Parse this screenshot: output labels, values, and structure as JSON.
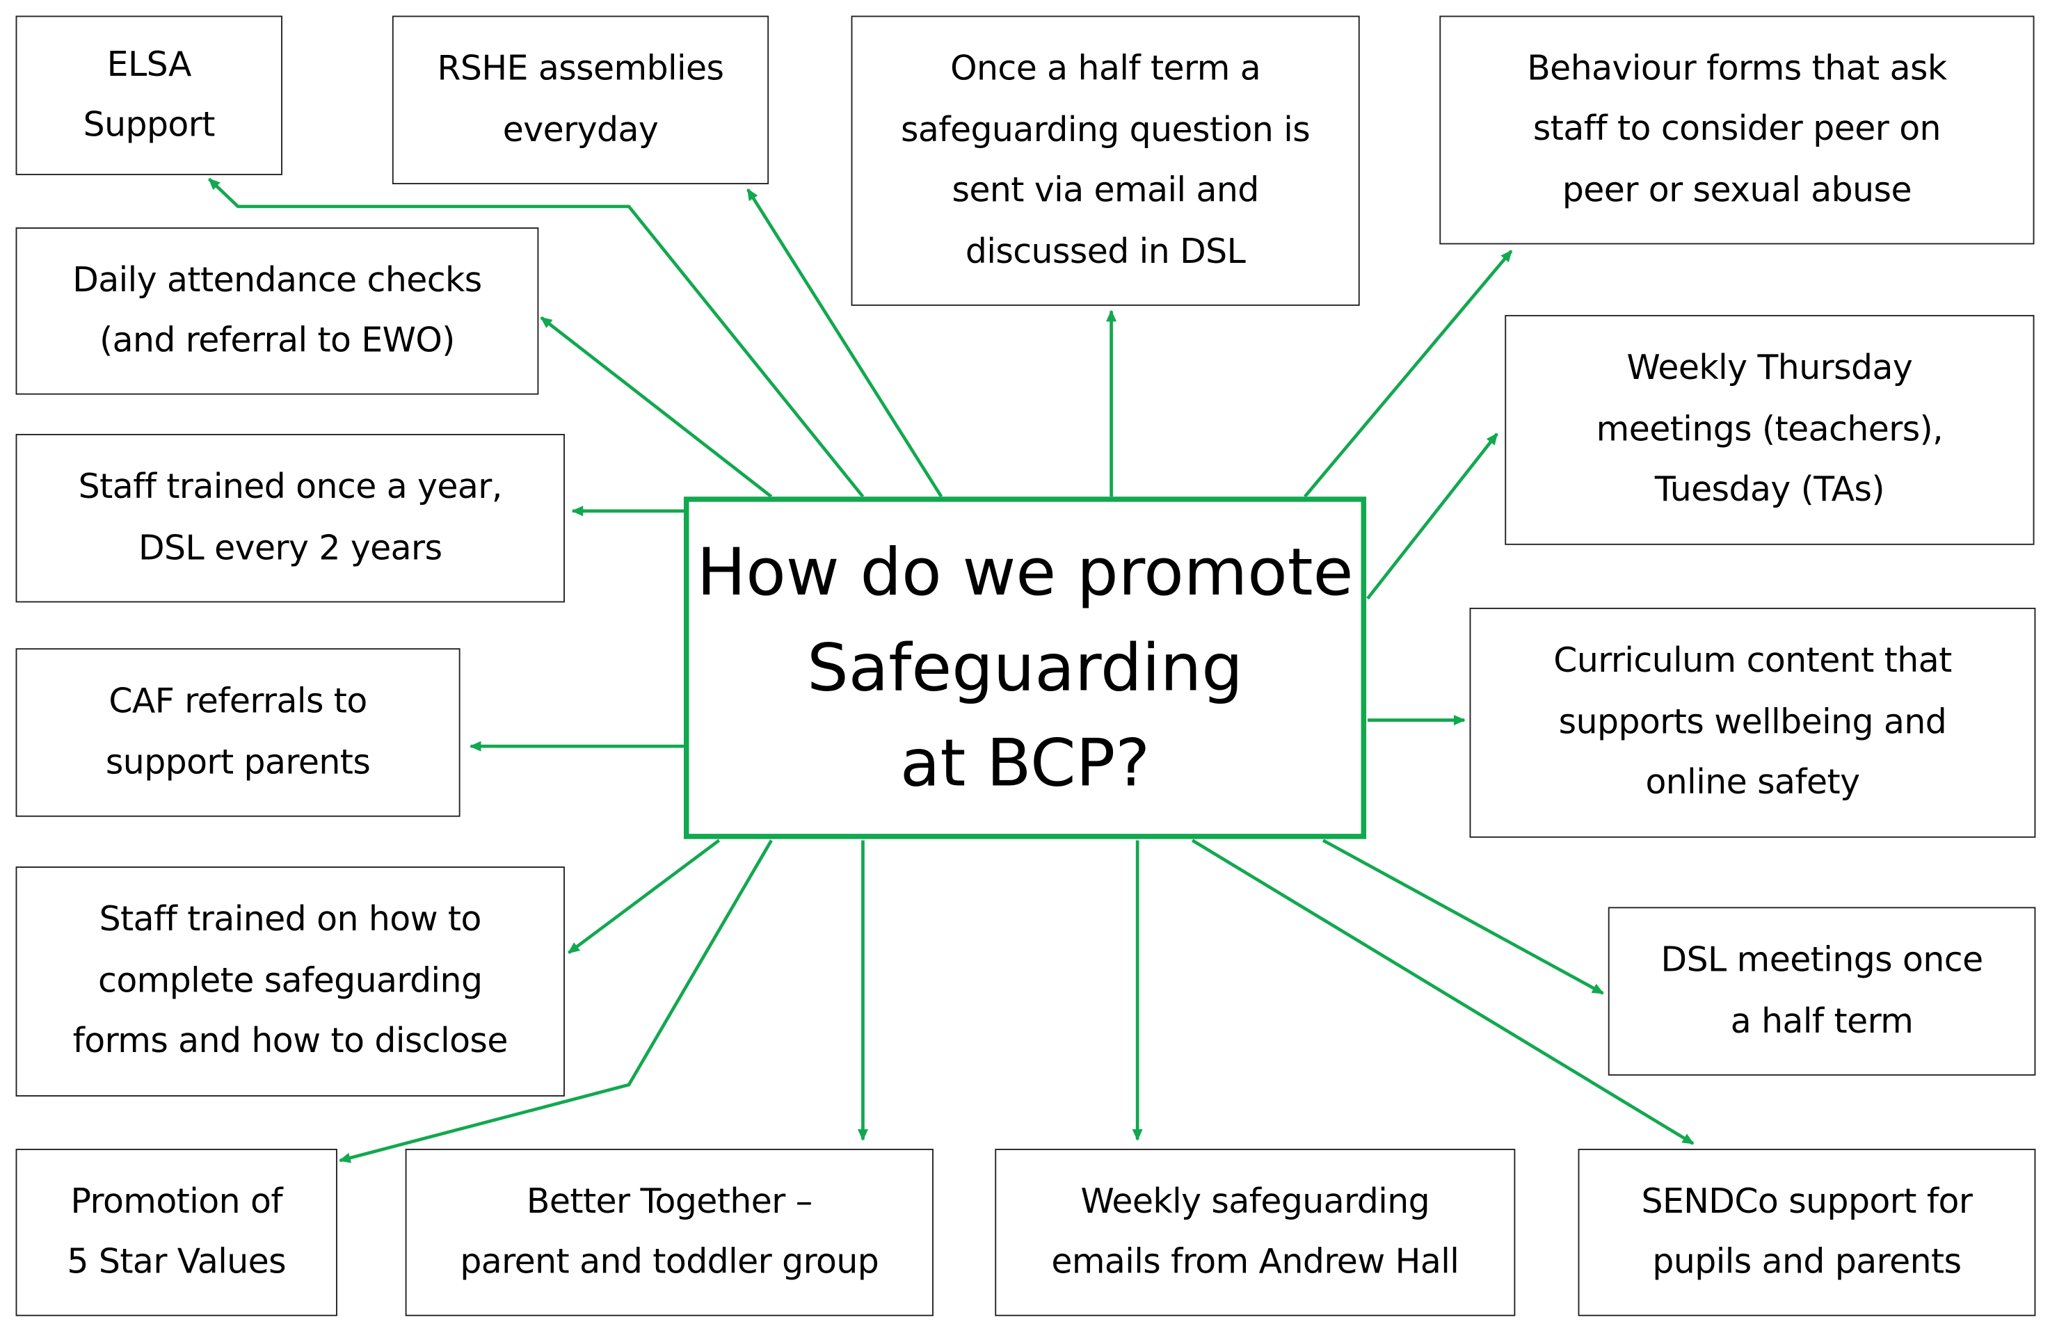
{
  "title": "How do we promote\nSafeguarding\nat BCP?",
  "colors": {
    "accent": "#12a84f",
    "box_border": "#222222"
  },
  "nodes": [
    "ELSA\nSupport",
    "RSHE assemblies\neveryday",
    "Once a half term a\nsafeguarding question is\nsent via email and\ndiscussed in DSL",
    "Behaviour forms that ask\nstaff to consider peer on\npeer or sexual abuse",
    "Daily attendance checks\n(and referral to EWO)",
    "Weekly Thursday\nmeetings (teachers),\nTuesday (TAs)",
    "Staff trained once a year,\nDSL every 2 years",
    "CAF referrals to\nsupport parents",
    "Curriculum content that\nsupports wellbeing and\nonline safety",
    "Staff trained on how to\ncomplete safeguarding\nforms and how to disclose",
    "DSL meetings once\na half term",
    "Promotion of\n5 Star Values",
    "Better Together –\nparent and toddler group",
    "Weekly safeguarding\nemails from Andrew Hall",
    "SENDCo support for\npupils and parents"
  ]
}
